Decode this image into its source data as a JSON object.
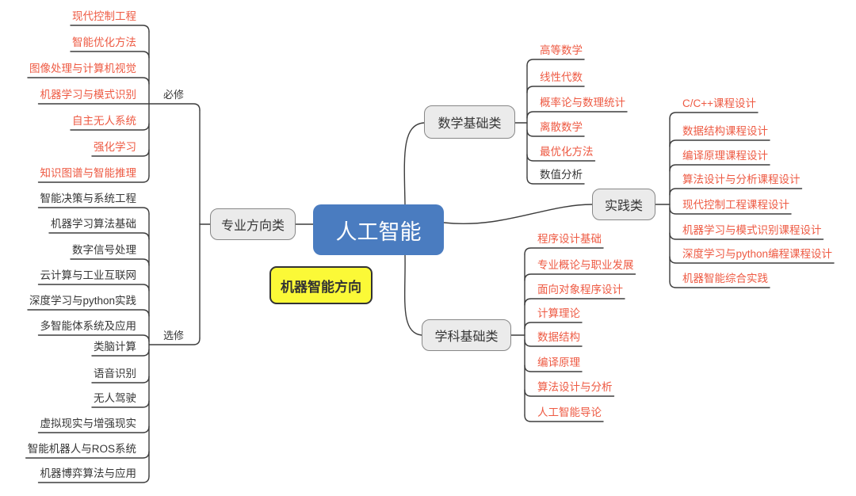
{
  "root": {
    "label": "人工智能"
  },
  "badge": {
    "label": "机器智能方向"
  },
  "left": {
    "category": {
      "label": "专业方向类"
    },
    "groups": [
      {
        "label": "必修",
        "items": [
          "现代控制工程",
          "智能优化方法",
          "图像处理与计算机视觉",
          "机器学习与模式识别",
          "自主无人系统",
          "强化学习",
          "知识图谱与智能推理"
        ]
      },
      {
        "label": "选修",
        "items": [
          "智能决策与系统工程",
          "机器学习算法基础",
          "数字信号处理",
          "云计算与工业互联网",
          "深度学习与python实践",
          "多智能体系统及应用",
          "类脑计算",
          "语音识别",
          "无人驾驶",
          "虚拟现实与增强现实",
          "智能机器人与ROS系统",
          "机器博弈算法与应用"
        ]
      }
    ]
  },
  "right": {
    "branches": [
      {
        "label": "数学基础类",
        "items": [
          "高等数学",
          "线性代数",
          "概率论与数理统计",
          "离散数学",
          "最优化方法",
          "数值分析"
        ]
      },
      {
        "label": "实践类",
        "items": [
          "C/C++课程设计",
          "数据结构课程设计",
          "编译原理课程设计",
          "算法设计与分析课程设计",
          "现代控制工程课程设计",
          "机器学习与模式识别课程设计",
          "深度学习与python编程课程设计",
          "机器智能综合实践"
        ]
      },
      {
        "label": "学科基础类",
        "items": [
          "程序设计基础",
          "专业概论与职业发展",
          "面向对象程序设计",
          "计算理论",
          "数据结构",
          "编译原理",
          "算法设计与分析",
          "人工智能导论"
        ]
      }
    ]
  },
  "colors": {
    "course_red": "#ee5a43",
    "text_dark": "#363636",
    "line": "#3d3d3d",
    "center_blue": "#4a7cc0",
    "badge_yellow": "#fbf937",
    "node_gray": "#ebebeb",
    "node_border": "#878787"
  }
}
